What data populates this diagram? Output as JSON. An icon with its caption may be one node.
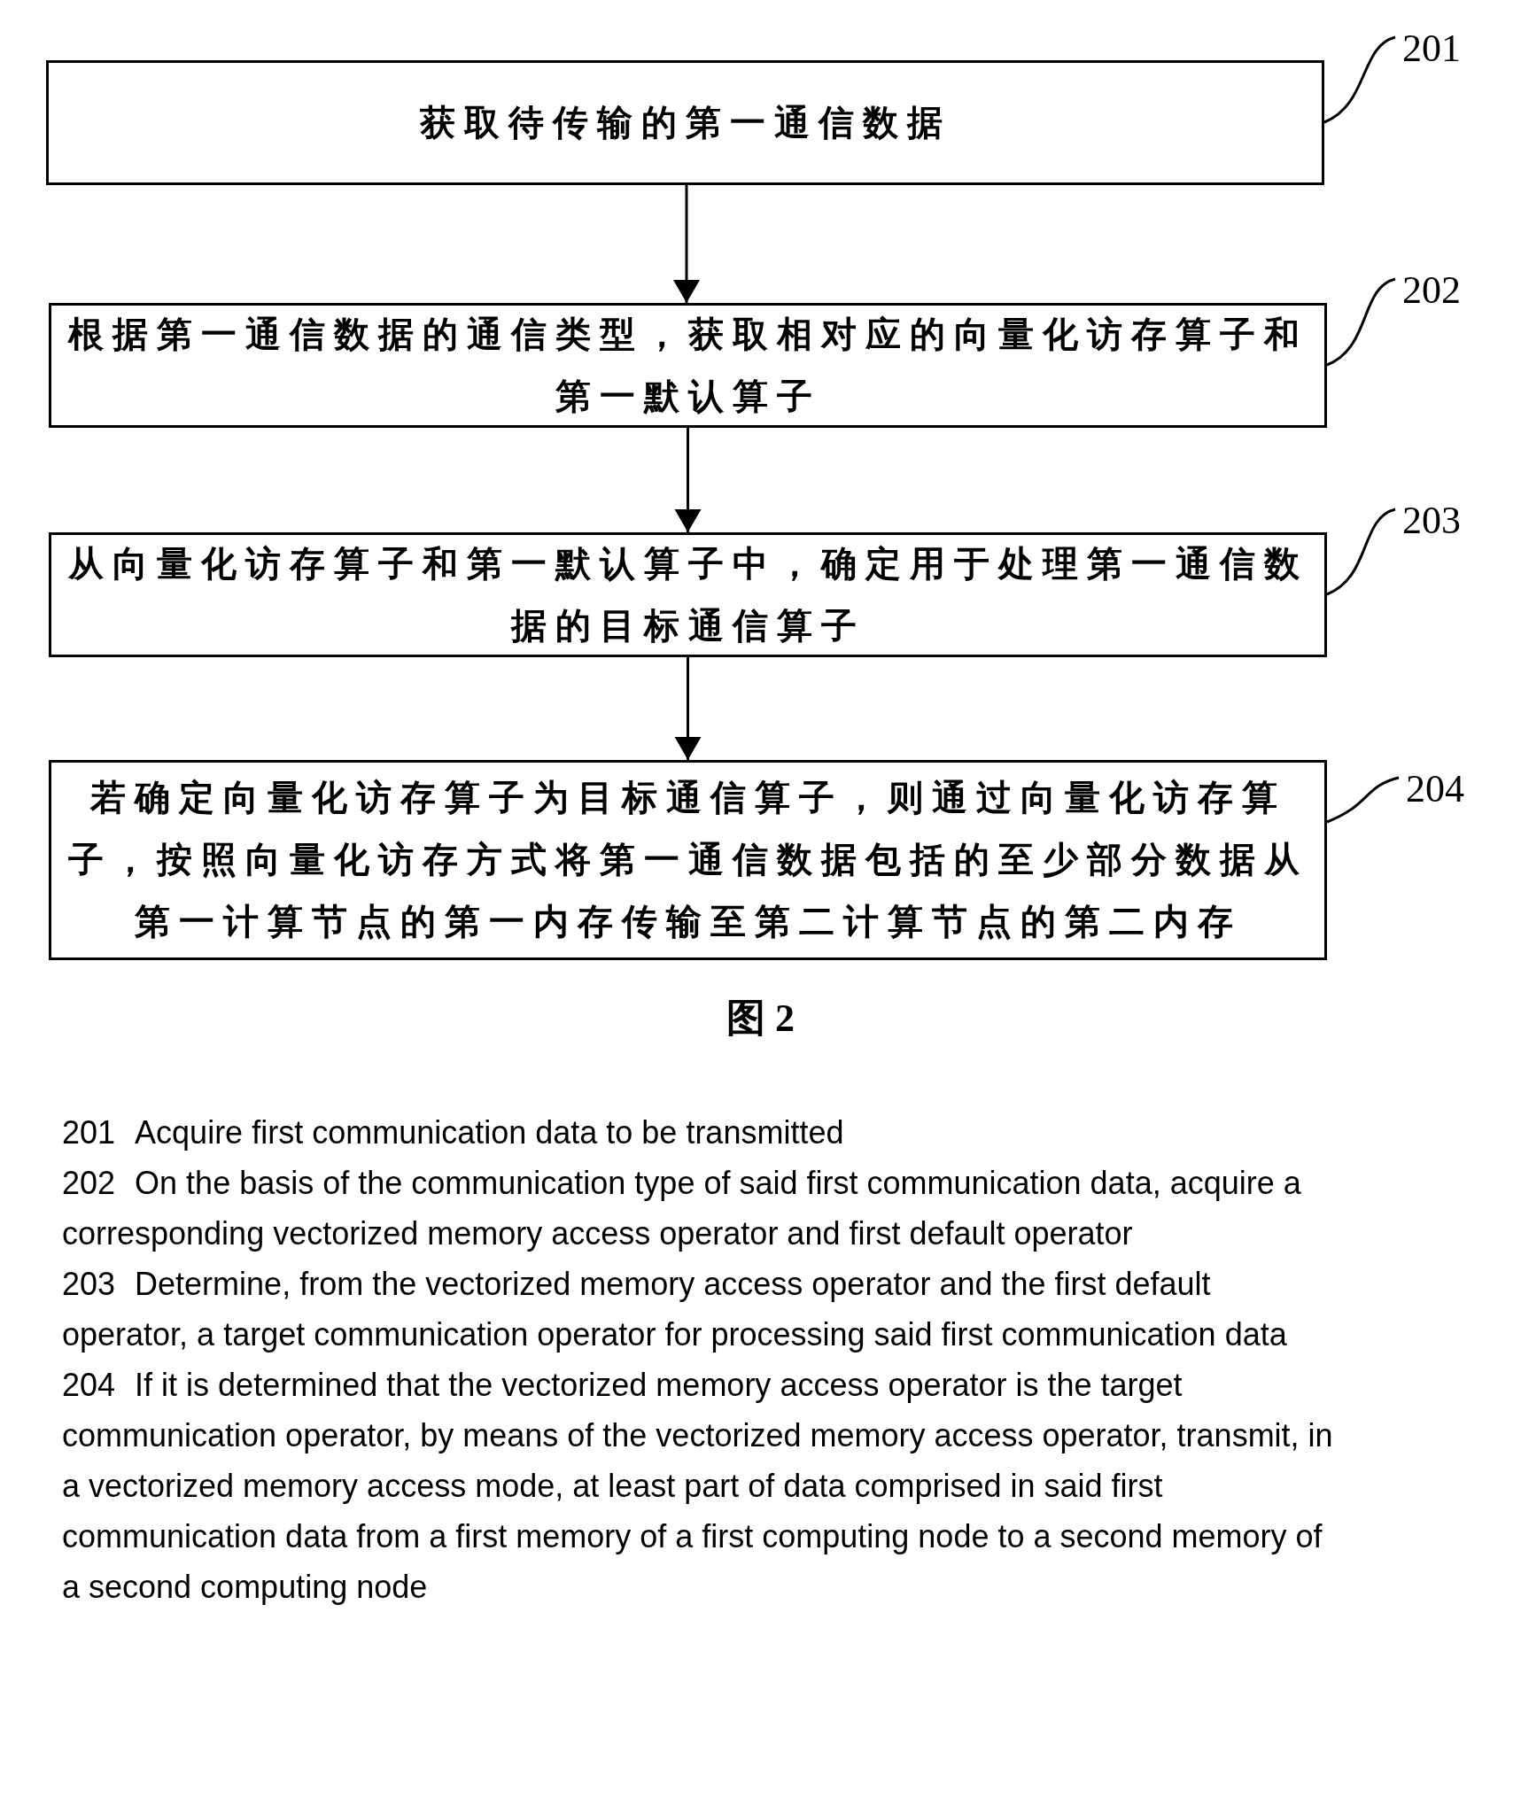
{
  "diagram": {
    "caption": "图 2",
    "nodes": [
      {
        "text": [
          "获取待传输的第一通信数据"
        ]
      },
      {
        "text": [
          "201"
        ]
      },
      {
        "text": [
          "根据第一通信数据的通信类型，获取相对应的向量化访存算子和第一默认算子"
        ]
      },
      {
        "text": [
          "202"
        ]
      },
      {
        "text": [
          "从向量化访存算子和第一默认算子中，确定用于处理第一通信数据的目标通信算子"
        ]
      },
      {
        "text": [
          "203"
        ]
      },
      {
        "text": [
          "若确定向量化访存算子为目标通信算子，则通过向量化访存算子，按照向量化访存方式将第一通信数据包括的至少部分数据从第一计算节点的第一内存传输至第二计算节点的第二内存"
        ]
      },
      {
        "text": [
          "204"
        ]
      }
    ],
    "edges": [
      {
        "from": 0,
        "to": 2,
        "arrow": "to"
      },
      {
        "from": 2,
        "to": 4,
        "arrow": "to"
      },
      {
        "from": 4,
        "to": 6,
        "arrow": "to"
      },
      {
        "from": 1,
        "to": 0,
        "arrow": "none"
      },
      {
        "from": 3,
        "to": 2,
        "arrow": "none"
      },
      {
        "from": 5,
        "to": 4,
        "arrow": "none"
      },
      {
        "from": 7,
        "to": 6,
        "arrow": "none"
      }
    ],
    "labels": [
      "201",
      "Acquire first communication data to be transmitted",
      "202",
      "On the basis of the communication type of said first communication data, acquire a corresponding vectorized memory access operator and first default operator",
      "203",
      "Determine, from the vectorized memory access operator and the first default operator, a target communication operator for processing said first communication data",
      "204",
      "If it is determined that the vectorized memory access operator is the target communication operator, by means of the vectorized memory access operator, transmit, in a vectorized memory access mode, at least part of data comprised in said first communication data from a first memory of a first computing node to a second memory of a second computing node"
    ]
  }
}
